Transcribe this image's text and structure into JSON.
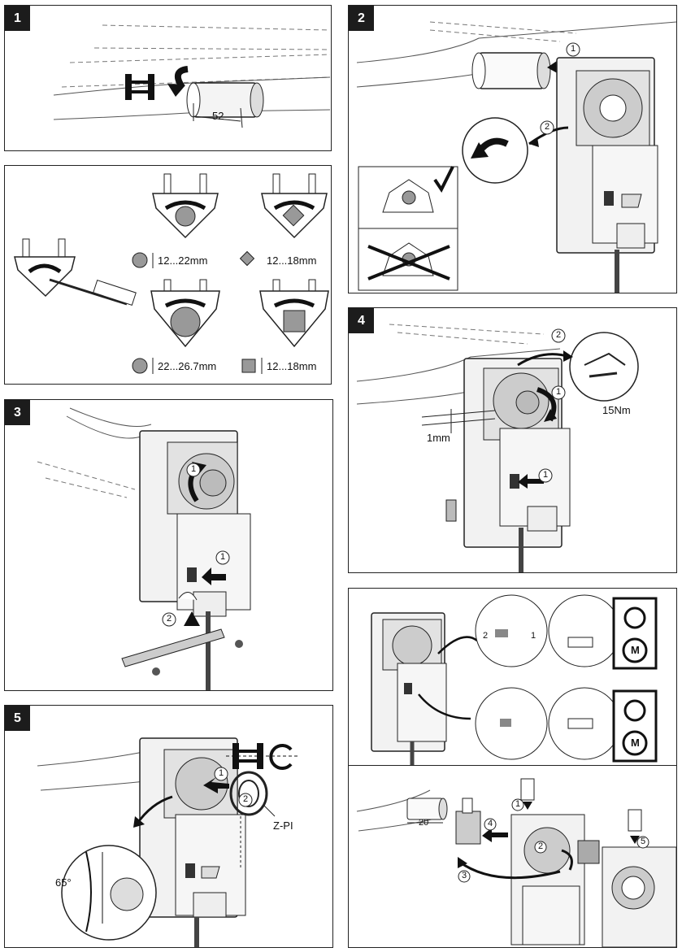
{
  "steps": {
    "s1": {
      "number": "1",
      "length_label": "52"
    },
    "s2": {
      "number": "2",
      "callout_1": "1",
      "callout_2": "2"
    },
    "clamp": {
      "round_small": "12...22mm",
      "square_small": "12...18mm",
      "round_large": "22...26.7mm",
      "square_large": "12...18mm"
    },
    "s3": {
      "number": "3",
      "callout_1a": "1",
      "callout_1b": "1",
      "callout_2": "2"
    },
    "s4": {
      "number": "4",
      "callout_1a": "1",
      "callout_1b": "1",
      "callout_2": "2",
      "gap_label": "1mm",
      "torque_label": "15Nm"
    },
    "s5": {
      "number": "5",
      "callout_1": "1",
      "callout_2": "2",
      "angle_label": "65°",
      "accessory_label": "Z-PI"
    },
    "manual": {
      "callout_1": "1",
      "callout_2": "2",
      "icon_motor_letter": "M"
    },
    "short_shaft": {
      "length_label": "20",
      "c1": "1",
      "c2": "2",
      "c3": "3",
      "c4": "4",
      "c5": "5"
    }
  },
  "icons": [
    "check-icon",
    "cross-icon",
    "rotate-arrow-icon",
    "motor-icon",
    "gear-icon"
  ],
  "colors": {
    "line": "#222222",
    "grey": "#9a9a9a",
    "light": "#e6e6e6",
    "dark": "#444444"
  }
}
